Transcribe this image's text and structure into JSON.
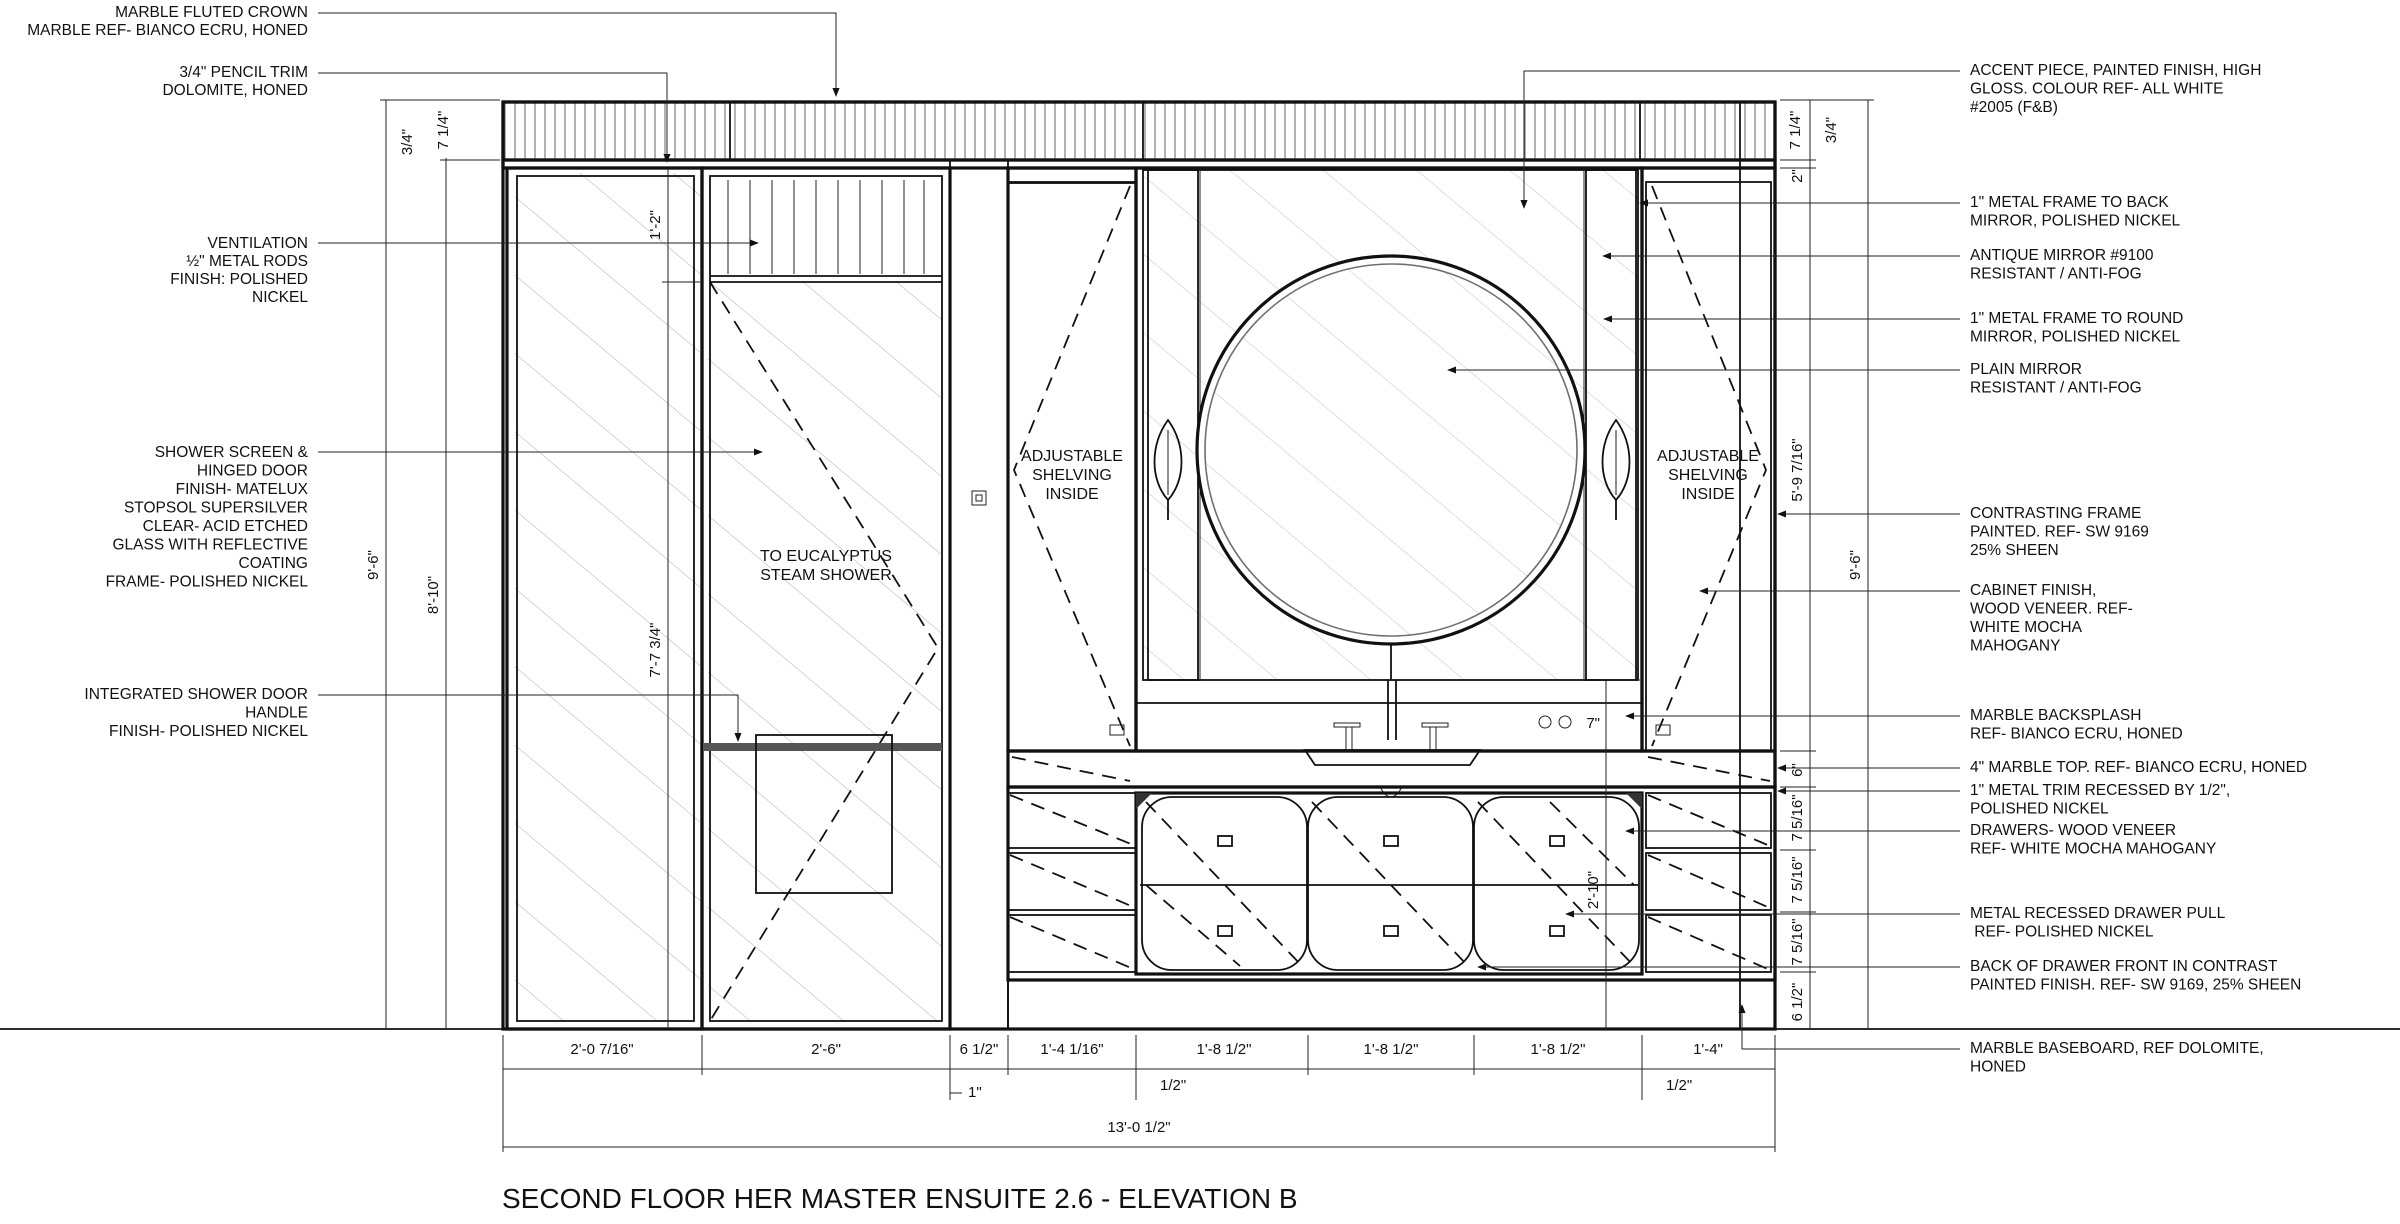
{
  "title": "SECOND FLOOR HER MASTER ENSUITE 2.6 - ELEVATION B",
  "left_notes": [
    {
      "lines": [
        "MARBLE FLUTED CROWN",
        "MARBLE REF- BIANCO ECRU, HONED"
      ]
    },
    {
      "lines": [
        "3/4\" PENCIL TRIM",
        "DOLOMITE, HONED"
      ]
    },
    {
      "lines": [
        "VENTILATION",
        "½\" METAL RODS",
        "FINISH: POLISHED",
        "NICKEL"
      ]
    },
    {
      "lines": [
        "SHOWER SCREEN &",
        "HINGED DOOR",
        "FINISH- MATELUX",
        "STOPSOL SUPERSILVER",
        "CLEAR-  ACID ETCHED",
        "GLASS WITH REFLECTIVE",
        "COATING",
        "",
        "FRAME- POLISHED NICKEL"
      ]
    },
    {
      "lines": [
        "INTEGRATED SHOWER DOOR",
        "HANDLE",
        "FINISH- POLISHED NICKEL"
      ]
    }
  ],
  "right_notes": [
    {
      "lines": [
        "ACCENT PIECE, PAINTED FINISH, HIGH",
        "GLOSS. COLOUR REF- ALL WHITE",
        "#2005 (F&B)"
      ]
    },
    {
      "lines": [
        "1\" METAL FRAME TO BACK",
        "MIRROR, POLISHED NICKEL"
      ]
    },
    {
      "lines": [
        "ANTIQUE MIRROR #9100",
        "RESISTANT / ANTI-FOG"
      ]
    },
    {
      "lines": [
        "1\" METAL FRAME TO ROUND",
        "MIRROR, POLISHED NICKEL"
      ]
    },
    {
      "lines": [
        "PLAIN MIRROR",
        "RESISTANT / ANTI-FOG"
      ]
    },
    {
      "lines": [
        "CONTRASTING FRAME",
        "PAINTED. REF- SW 9169",
        "25% SHEEN"
      ]
    },
    {
      "lines": [
        "CABINET FINISH,",
        "WOOD VENEER. REF-",
        "WHITE MOCHA",
        "MAHOGANY"
      ]
    },
    {
      "lines": [
        "MARBLE BACKSPLASH",
        "REF- BIANCO ECRU, HONED"
      ]
    },
    {
      "lines": [
        "4\" MARBLE TOP. REF- BIANCO ECRU, HONED"
      ]
    },
    {
      "lines": [
        "1\" METAL TRIM RECESSED BY 1/2\",",
        "POLISHED NICKEL"
      ]
    },
    {
      "lines": [
        "DRAWERS- WOOD VENEER",
        "REF- WHITE MOCHA MAHOGANY"
      ]
    },
    {
      "lines": [
        "METAL RECESSED DRAWER PULL",
        "               REF- POLISHED NICKEL"
      ]
    },
    {
      "lines": [
        "BACK OF DRAWER FRONT IN CONTRAST",
        "PAINTED FINISH. REF- SW 9169, 25% SHEEN"
      ]
    },
    {
      "lines": [
        "MARBLE BASEBOARD, REF DOLOMITE,",
        "HONED"
      ]
    }
  ],
  "inner_labels": {
    "shower": [
      "TO EUCALYPTUS",
      "STEAM SHOWER"
    ],
    "shelving_left": [
      "ADJUSTABLE",
      "SHELVING",
      "INSIDE"
    ],
    "shelving_right": [
      "ADJUSTABLE",
      "SHELVING",
      "INSIDE"
    ]
  },
  "dimensions": {
    "bottom": [
      "2'-0 7/16\"",
      "2'-6\"",
      "6 1/2\"",
      "1'-4 1/16\"",
      "1'-8 1/2\"",
      "1'-8 1/2\"",
      "1'-8 1/2\"",
      "1'-4\""
    ],
    "bottom_small": [
      "1\"",
      "1/2\"",
      "1/2\""
    ],
    "overall": "13'-0 1/2\"",
    "left_height_outer": "9'-6\"",
    "left_height_inner": "8'-10\"",
    "shower_door_height": "7'-7 3/4\"",
    "ventilation_height": "1'-2\"",
    "crown_left": [
      "3/4\"",
      "7 1/4\""
    ],
    "crown_right": [
      "7 1/4\"",
      "3/4\""
    ],
    "right_small": "2\"",
    "mirror_height": "5'-9 7/16\"",
    "right_height_outer": "9'-6\"",
    "backsplash": "7\"",
    "top": "6\"",
    "drawer_1": "7 5/16\"",
    "drawer_2": "7 5/16\"",
    "drawer_3": "7 5/16\"",
    "base": "6 1/2\"",
    "vanity_height": "2'-10\""
  }
}
